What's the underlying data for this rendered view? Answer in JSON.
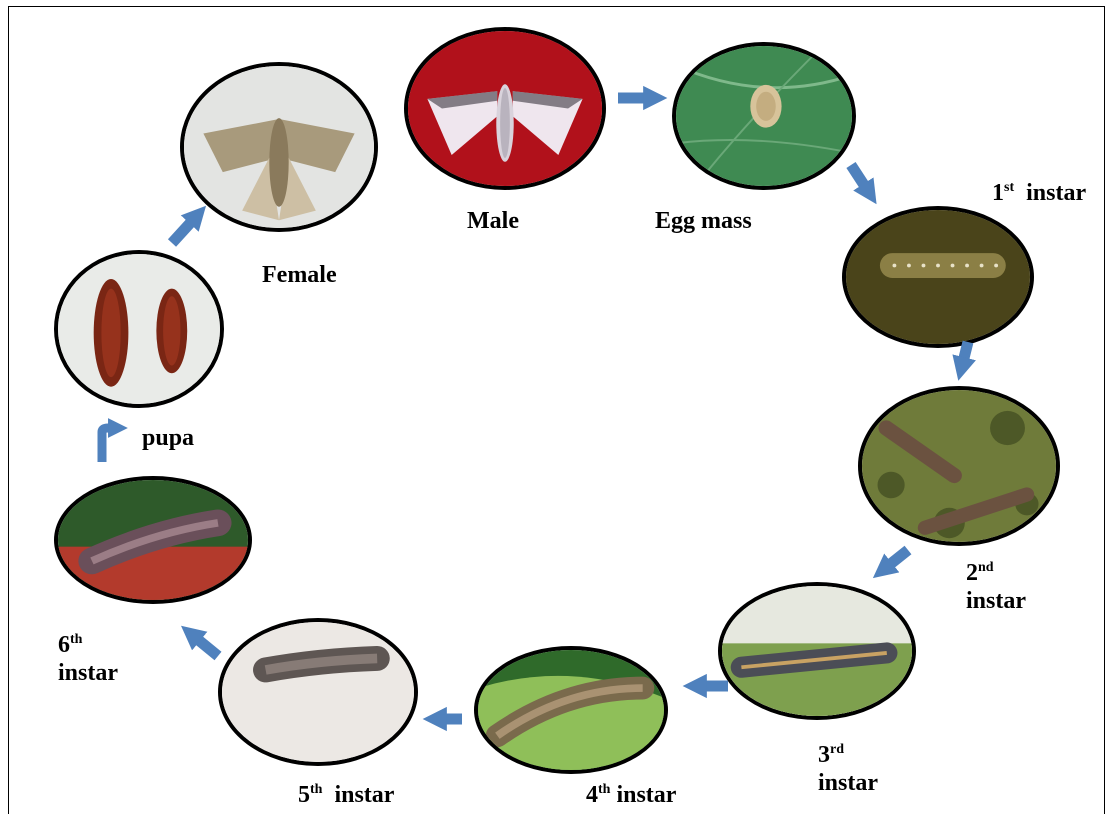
{
  "stages": {
    "male": {
      "label": "Male"
    },
    "egg_mass": {
      "label": "Egg mass"
    },
    "first": {
      "num": "1",
      "sup": "st",
      "word": "instar"
    },
    "second": {
      "num": "2",
      "sup": "nd",
      "word": "instar"
    },
    "third": {
      "num": "3",
      "sup": "rd",
      "word": "instar"
    },
    "fourth": {
      "num": "4",
      "sup": "th",
      "word": "instar"
    },
    "fifth": {
      "num": "5",
      "sup": "th",
      "word": "instar"
    },
    "sixth": {
      "num": "6",
      "sup": "th",
      "word": "instar"
    },
    "pupa": {
      "label": "pupa"
    },
    "female": {
      "label": "Female"
    }
  },
  "colors": {
    "arrow": "#4f81bd",
    "arrow_border": "#385d8a",
    "male_bg": "#c0141e",
    "leaf": "#3f8a52"
  }
}
